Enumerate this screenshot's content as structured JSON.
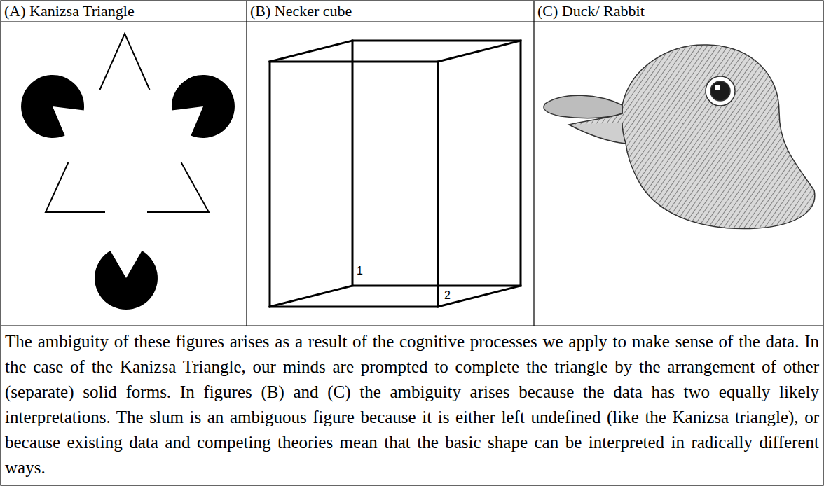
{
  "diagram": {
    "caption": "The ambiguity of these figures arises as a result of the cognitive processes we apply to make sense of the data. In the case of the Kanizsa Triangle, our minds are prompted to complete the triangle by the arrangement of other (separate) solid forms. In figures (B) and (C) the ambiguity arises because the data has two equally likely interpretations. The slum is an ambiguous figure because it is either left undefined (like the Kanizsa triangle), or because existing data and competing theories mean that the basic shape can be interpreted in radically different ways.",
    "labels": [
      "(A) Kanizsa Triangle",
      "(B) Necker cube",
      "(C) Duck/ Rabbit",
      "1",
      "2"
    ]
  }
}
